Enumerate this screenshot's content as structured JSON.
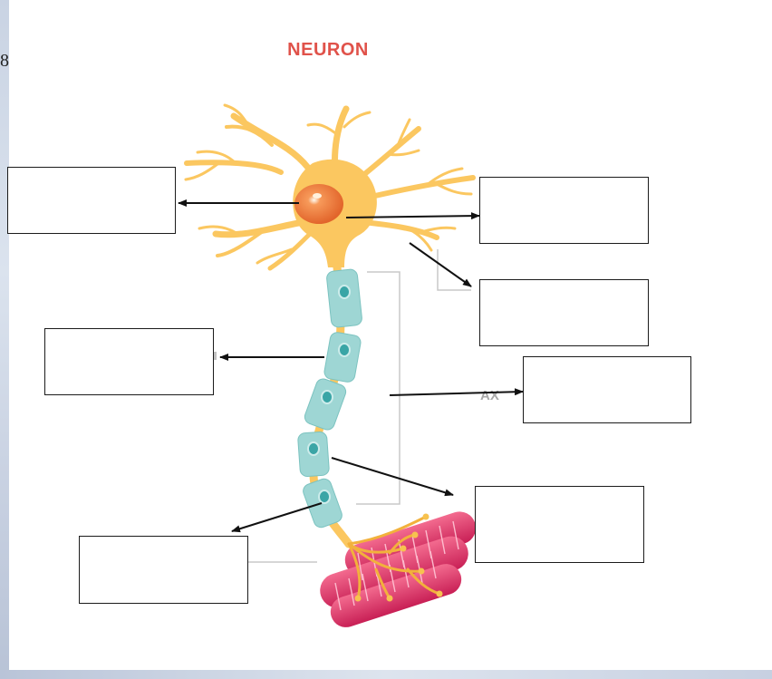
{
  "page_number": "8",
  "title": "NEURON",
  "partial_label_axon": "AX",
  "colors": {
    "title": "#e0524a",
    "cell_body": "#fbc760",
    "nucleus": "#ef7838",
    "myelin": "#9ed6d4",
    "muscle": "#e0386a"
  },
  "label_boxes": [
    {
      "id": "box-top-left",
      "text": ""
    },
    {
      "id": "box-top-right",
      "text": ""
    },
    {
      "id": "box-right-upper",
      "text": ""
    },
    {
      "id": "box-left-middle",
      "text": ""
    },
    {
      "id": "box-right-middle",
      "text": ""
    },
    {
      "id": "box-right-lower",
      "text": ""
    },
    {
      "id": "box-bottom-left",
      "text": ""
    }
  ]
}
